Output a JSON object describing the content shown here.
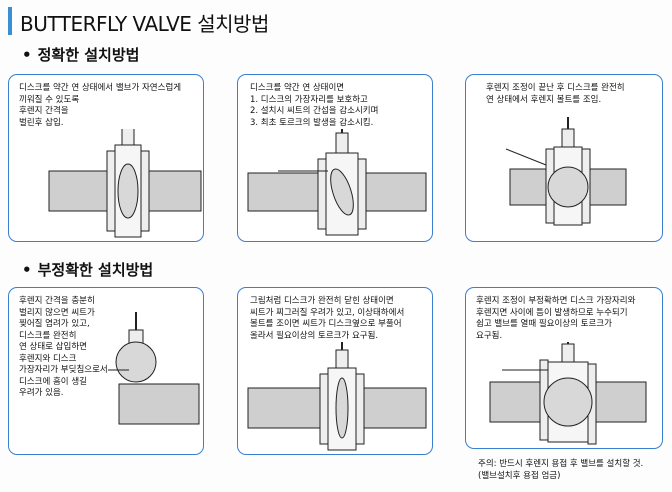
{
  "page": {
    "title": "BUTTERFLY VALVE 설치방법"
  },
  "sections": {
    "correct": {
      "bullet": "•",
      "heading": "정확한 설치방법"
    },
    "incorrect": {
      "bullet": "•",
      "heading": "부정확한 설치방법"
    }
  },
  "panels": [
    {
      "key": "correct-1",
      "lines": [
        "디스크를 약간 연 상태에서 밸브가 자연스럽게",
        "끼워질 수 있도록",
        "후렌지 간격을",
        "벌린후 삽입."
      ]
    },
    {
      "key": "correct-2",
      "lines": [
        "디스크를 약간 연 상태이면",
        "1. 디스크의 가장자리를 보호하고",
        "2. 설치시 씨트의 간섭을 감소시키며",
        "3. 최초 토르크의 발생을 감소시킴."
      ]
    },
    {
      "key": "correct-3",
      "lines": [
        "후렌지 조정이 끝난 후 디스크를 완전히",
        "연 상태에서 후렌지 볼트를 조임."
      ]
    },
    {
      "key": "incorrect-1",
      "lines": [
        "후렌지 간격을 충분히",
        "벌리지 않으면 씨트가",
        "찢어질 염려가 있고,",
        "디스크를 완전히",
        "연 상태로 삽입하면",
        "후렌지와 디스크",
        "가장자리가 부딪침으로서",
        "디스크에 흠이 생길",
        "우려가 있음."
      ]
    },
    {
      "key": "incorrect-2",
      "lines": [
        "그림처럼 디스크가 완전히 닫힌 상태이면",
        "씨트가 찌그러질 우려가 있고, 이상태하에서",
        "볼트를 조이면 씨트가 디스크옆으로 부풀어",
        "올라서 필요이상의 토르크가 요구됨."
      ]
    },
    {
      "key": "incorrect-3",
      "lines": [
        "후렌지 조정이 부정확하면 디스크 가장자리와",
        "후렌지면 사이에 틈이 발생하므로 누수되기",
        "쉽고 밸브를 열때 필요이상의 토르크가",
        "요구됨."
      ]
    }
  ],
  "footnote": {
    "lines": [
      "주의: 반드시 후렌지 용접 후 밸브를 설치할 것.",
      "(밸브설치후 용접 엄금)"
    ]
  },
  "colors": {
    "accent": "#3a8fd4",
    "panel_border": "#3a7fd0",
    "pipe_fill": "#cfcfcf",
    "disc_fill": "#d8d8d8"
  }
}
